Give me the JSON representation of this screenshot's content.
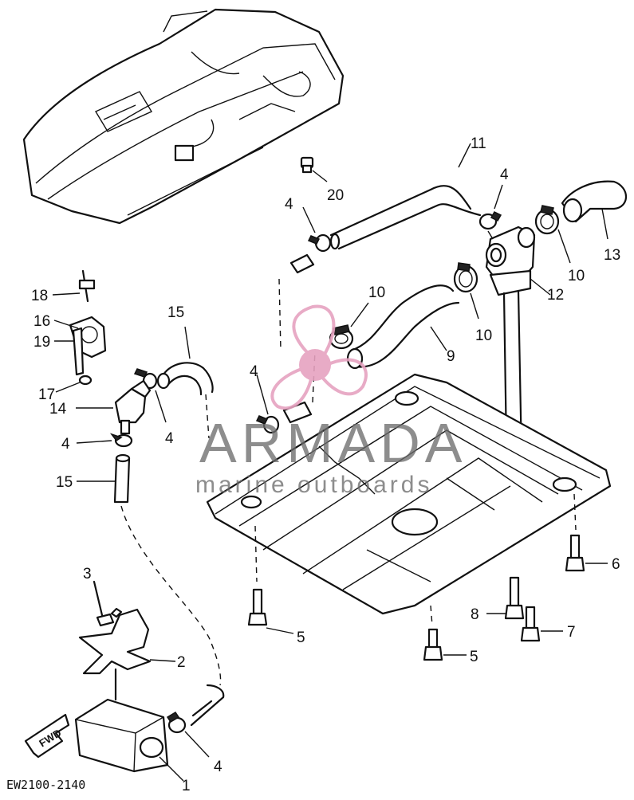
{
  "diagram": {
    "code": "EW2100-2140",
    "fwd_label": "FWD"
  },
  "watermark": {
    "brand": "ARMADA",
    "tagline": "marine outboards",
    "accent_color": "#e6a2c0"
  },
  "callouts": [
    {
      "id": "c1",
      "text": "1"
    },
    {
      "id": "c2",
      "text": "2"
    },
    {
      "id": "c3",
      "text": "3"
    },
    {
      "id": "c4a",
      "text": "4"
    },
    {
      "id": "c4b",
      "text": "4"
    },
    {
      "id": "c4c",
      "text": "4"
    },
    {
      "id": "c4d",
      "text": "4"
    },
    {
      "id": "c4e",
      "text": "4"
    },
    {
      "id": "c4f",
      "text": "4"
    },
    {
      "id": "c5a",
      "text": "5"
    },
    {
      "id": "c5b",
      "text": "5"
    },
    {
      "id": "c6",
      "text": "6"
    },
    {
      "id": "c7",
      "text": "7"
    },
    {
      "id": "c8",
      "text": "8"
    },
    {
      "id": "c9",
      "text": "9"
    },
    {
      "id": "c10a",
      "text": "10"
    },
    {
      "id": "c10b",
      "text": "10"
    },
    {
      "id": "c10c",
      "text": "10"
    },
    {
      "id": "c11",
      "text": "11"
    },
    {
      "id": "c12",
      "text": "12"
    },
    {
      "id": "c13",
      "text": "13"
    },
    {
      "id": "c14",
      "text": "14"
    },
    {
      "id": "c15a",
      "text": "15"
    },
    {
      "id": "c15b",
      "text": "15"
    },
    {
      "id": "c16",
      "text": "16"
    },
    {
      "id": "c17",
      "text": "17"
    },
    {
      "id": "c18",
      "text": "18"
    },
    {
      "id": "c19",
      "text": "19"
    },
    {
      "id": "c20",
      "text": "20"
    }
  ]
}
